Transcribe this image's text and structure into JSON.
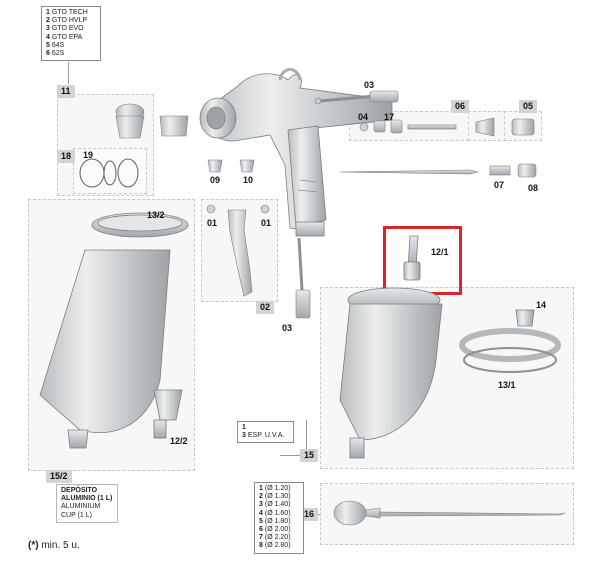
{
  "legend_models": {
    "items": [
      {
        "num": "1",
        "text": "GTO TECH"
      },
      {
        "num": "2",
        "text": "GTO HVLP"
      },
      {
        "num": "3",
        "text": "GTO EVO"
      },
      {
        "num": "4",
        "text": "GTO EPA"
      },
      {
        "num": "5",
        "text": "64S"
      },
      {
        "num": "6",
        "text": "62S"
      }
    ]
  },
  "legend_uva": {
    "items": [
      {
        "num": "1",
        "text": ""
      },
      {
        "num": "3",
        "text": "ESP. U.V.A."
      }
    ]
  },
  "legend_nozzles": {
    "items": [
      {
        "num": "1",
        "text": "(Ø 1.20)"
      },
      {
        "num": "2",
        "text": "(Ø 1.30)"
      },
      {
        "num": "3",
        "text": "(Ø 1.40)"
      },
      {
        "num": "4",
        "text": "(Ø 1.60)"
      },
      {
        "num": "5",
        "text": "(Ø 1.80)"
      },
      {
        "num": "6",
        "text": "(Ø 2.00)"
      },
      {
        "num": "7",
        "text": "(Ø 2.20)"
      },
      {
        "num": "8",
        "text": "(Ø 2.80)"
      }
    ]
  },
  "tank_legend": {
    "line1": "DEPÓSITO",
    "line2": "ALUMINIO (1 L)",
    "line3": "ALUMINIUM",
    "line4": "CUP (1 L)"
  },
  "tags": {
    "t11": "11",
    "t18": "18",
    "t02": "02",
    "t152": "15/2",
    "t15": "15",
    "t16": "16",
    "t06": "06",
    "t05": "05"
  },
  "labels": {
    "l03a": "03",
    "l04": "04",
    "l17": "17",
    "l07": "07",
    "l08": "08",
    "l09": "09",
    "l10": "10",
    "l19": "19",
    "l132": "13/2",
    "l01a": "01",
    "l01b": "01",
    "l03b": "03",
    "l121": "12/1",
    "l14": "14",
    "l131": "13/1",
    "l122": "12/2"
  },
  "footnote": {
    "mark": "(*)",
    "text": " min. 5 u."
  },
  "colors": {
    "highlight": "#d9262c",
    "part_fill": "#d8dadc",
    "part_stroke": "#7a7d80",
    "tag_bg": "#d3d3d3"
  }
}
